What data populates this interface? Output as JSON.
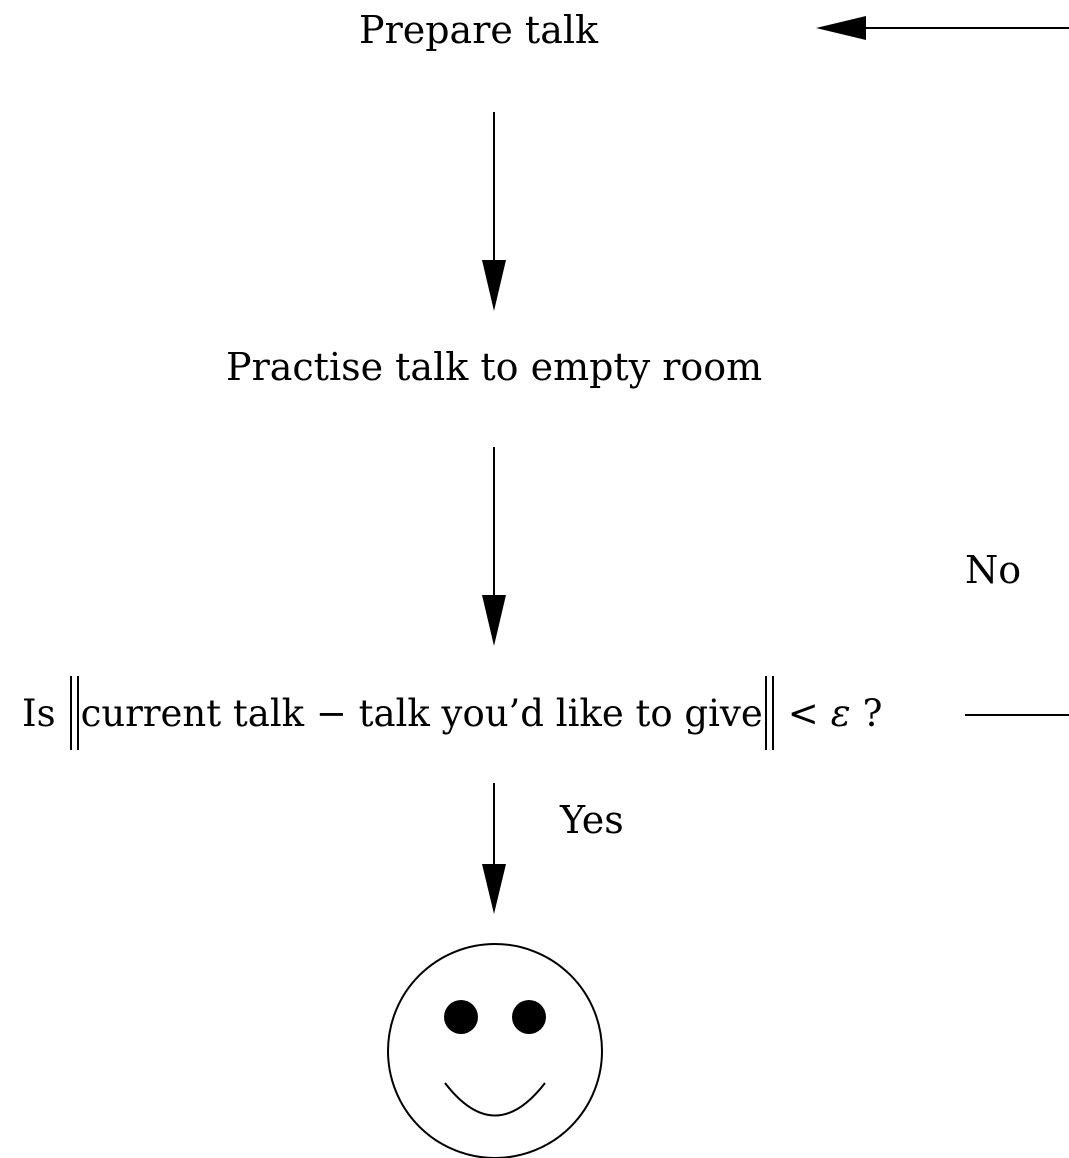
{
  "steps": {
    "prepare": "Prepare talk",
    "practise": "Practise talk to empty room"
  },
  "decision": {
    "prefix": "Is",
    "expression": "current talk − talk you’d like to give",
    "comparison": "<",
    "epsilon": "ε",
    "question_mark": "?"
  },
  "branches": {
    "no": "No",
    "yes": "Yes"
  },
  "end_symbol": "smiley-face"
}
